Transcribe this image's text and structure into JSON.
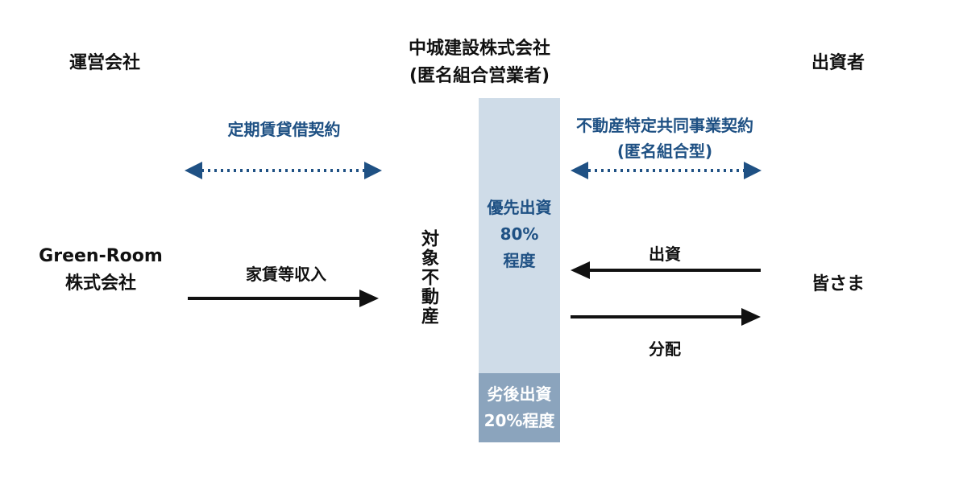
{
  "left_header": "運営会社",
  "center_header": {
    "line1": "中城建設株式会社",
    "line2": "(匿名組合営業者)"
  },
  "right_header": "出資者",
  "left_contract": "定期賃貸借契約",
  "right_contract": {
    "line1": "不動産特定共同事業契約",
    "line2": "(匿名組合型)"
  },
  "left_party": {
    "line1": "Green-Room",
    "line2": "株式会社"
  },
  "income_label": "家賃等収入",
  "property_label": "対象不動産",
  "priority_box": {
    "line1": "優先出資",
    "line2": "80%",
    "line3": "程度"
  },
  "subordinate_box": {
    "line1": "劣後出資",
    "line2": "20%程度"
  },
  "investment_label": "出資",
  "distribution_label": "分配",
  "right_party": "皆さま",
  "colors": {
    "accent_blue": "#1f5184",
    "priority_fill": "#cfdce8",
    "subordinate_fill": "#8ba4bd",
    "arrow_black": "#111111"
  }
}
